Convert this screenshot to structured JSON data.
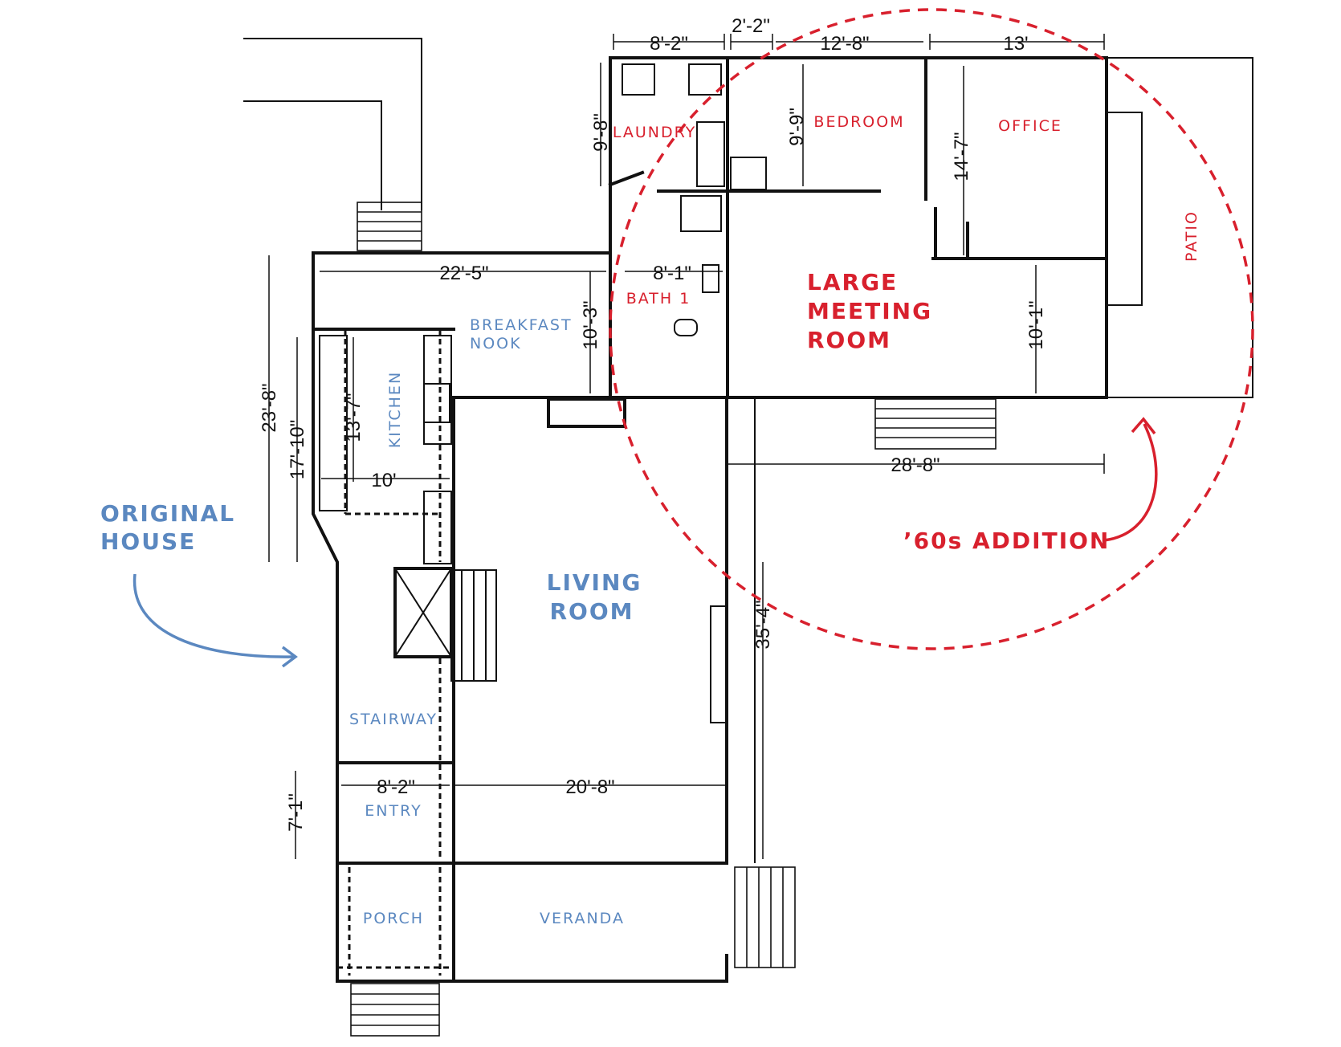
{
  "colors": {
    "original": "#5b88c0",
    "addition": "#d8202d",
    "lines": "#111111"
  },
  "callouts": {
    "original_line1": "ORIGINAL",
    "original_line2": "HOUSE",
    "addition": "’60s ADDITION"
  },
  "rooms": {
    "laundry": "LAUNDRY",
    "bedroom": "BEDROOM",
    "office": "OFFICE",
    "patio": "PATIO",
    "meeting_line1": "LARGE",
    "meeting_line2": "MEETING",
    "meeting_line3": "ROOM",
    "bath": "BATH 1",
    "nook_line1": "BREAKFAST",
    "nook_line2": "NOOK",
    "kitchen": "KITCHEN",
    "living_line1": "LIVING",
    "living_line2": "ROOM",
    "stairway": "STAIRWAY",
    "entry": "ENTRY",
    "porch": "PORCH",
    "veranda": "VERANDA"
  },
  "dimensions": {
    "laundry_width": "8'-2\"",
    "hall_width": "2'-2\"",
    "bedroom_width": "12'-8\"",
    "office_width": "13'",
    "laundry_depth": "9'-8\"",
    "bedroom_depth": "9'-9\"",
    "office_depth": "14'-7\"",
    "nook_width": "22'-5\"",
    "bath_width": "8'-1\"",
    "nook_depth": "10'-3\"",
    "meeting_depth": "10'-1\"",
    "addition_width": "28'-8\"",
    "kitchen_length": "13'-7\"",
    "kitchen_width": "10'",
    "house_depth_upper": "23'-8\"",
    "house_depth_lower": "17'-10\"",
    "living_width": "20'-8\"",
    "entry_width": "8'-2\"",
    "entry_depth": "7'-1\"",
    "living_depth": "35'-4\""
  }
}
